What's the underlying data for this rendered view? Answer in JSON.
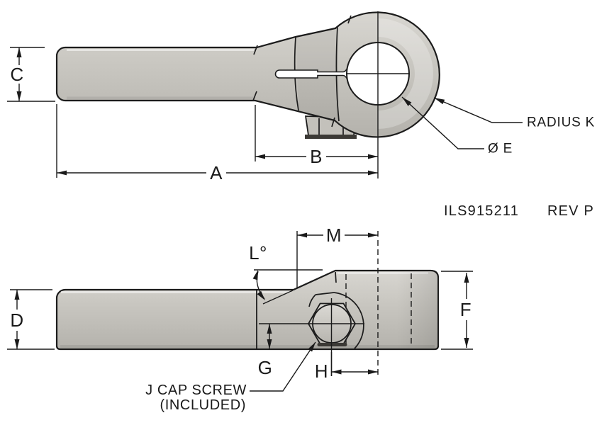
{
  "drawing": {
    "number": "ILS915211",
    "revision": "REV P"
  },
  "top_view": {
    "dims": {
      "c": "C",
      "a": "A",
      "b": "B"
    },
    "radius_label": "RADIUS K",
    "diameter_label": "Ø E"
  },
  "bottom_view": {
    "dims": {
      "d": "D",
      "m": "M",
      "f": "F",
      "g": "G",
      "h": "H"
    },
    "angle_label": "L°",
    "cap_screw_line1": "J CAP SCREW",
    "cap_screw_line2": "(INCLUDED)"
  },
  "colors": {
    "background": "#ffffff",
    "body_light": "#d7d5d0",
    "body_mid": "#c9c7c1",
    "body_dark": "#b2b0aa",
    "outline": "#1c1c1c",
    "hole": "#ffffff",
    "washer_dark": "#3b3935"
  }
}
